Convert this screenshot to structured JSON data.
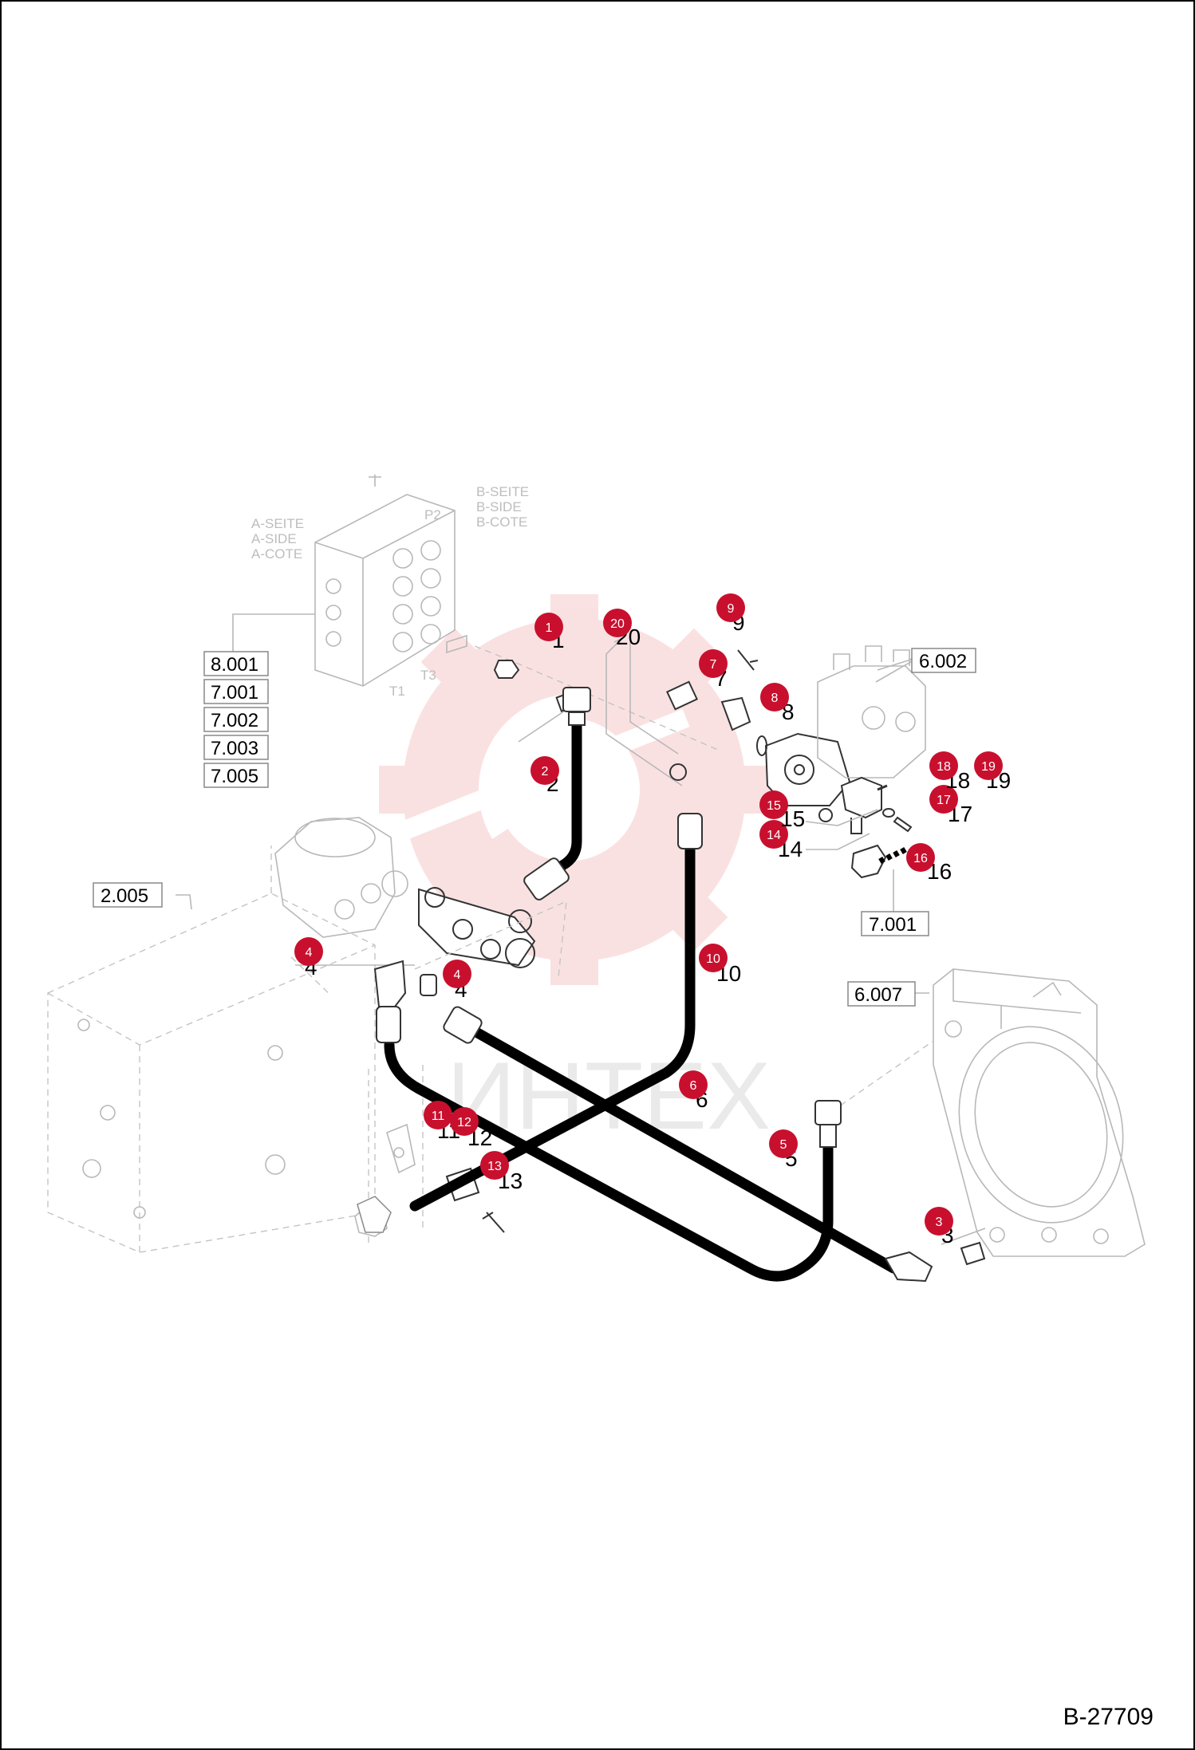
{
  "drawing_number": "B-27709",
  "watermark_text": "ИНТЕХ",
  "side_labels": {
    "a_side": [
      "A-SEITE",
      "A-SIDE",
      "A-COTE"
    ],
    "b_side": [
      "B-SEITE",
      "B-SIDE",
      "B-COTE"
    ],
    "ports": [
      "P2",
      "T1",
      "T3"
    ]
  },
  "reference_boxes": {
    "valve_group": [
      "8.001",
      "7.001",
      "7.002",
      "7.003",
      "7.005"
    ],
    "pump": "6.002",
    "valve_block": "7.001",
    "tank": "2.005",
    "cooler": "6.007"
  },
  "callouts": [
    {
      "id": "1",
      "label": "1"
    },
    {
      "id": "2",
      "label": "2"
    },
    {
      "id": "3",
      "label": "3"
    },
    {
      "id": "4a",
      "label": "4"
    },
    {
      "id": "4b",
      "label": "4"
    },
    {
      "id": "5",
      "label": "5"
    },
    {
      "id": "6",
      "label": "6"
    },
    {
      "id": "7",
      "label": "7"
    },
    {
      "id": "8",
      "label": "8"
    },
    {
      "id": "9",
      "label": "9"
    },
    {
      "id": "10",
      "label": "10"
    },
    {
      "id": "11",
      "label": "11"
    },
    {
      "id": "12",
      "label": "12"
    },
    {
      "id": "13",
      "label": "13"
    },
    {
      "id": "14",
      "label": "14"
    },
    {
      "id": "15",
      "label": "15"
    },
    {
      "id": "16",
      "label": "16"
    },
    {
      "id": "17",
      "label": "17"
    },
    {
      "id": "18",
      "label": "18"
    },
    {
      "id": "19",
      "label": "19"
    },
    {
      "id": "20",
      "label": "20"
    }
  ],
  "colors": {
    "callout": "#c8102e",
    "hose": "#000000",
    "watermark": "#f5c4c4",
    "faint_line": "#b8b8b8"
  }
}
